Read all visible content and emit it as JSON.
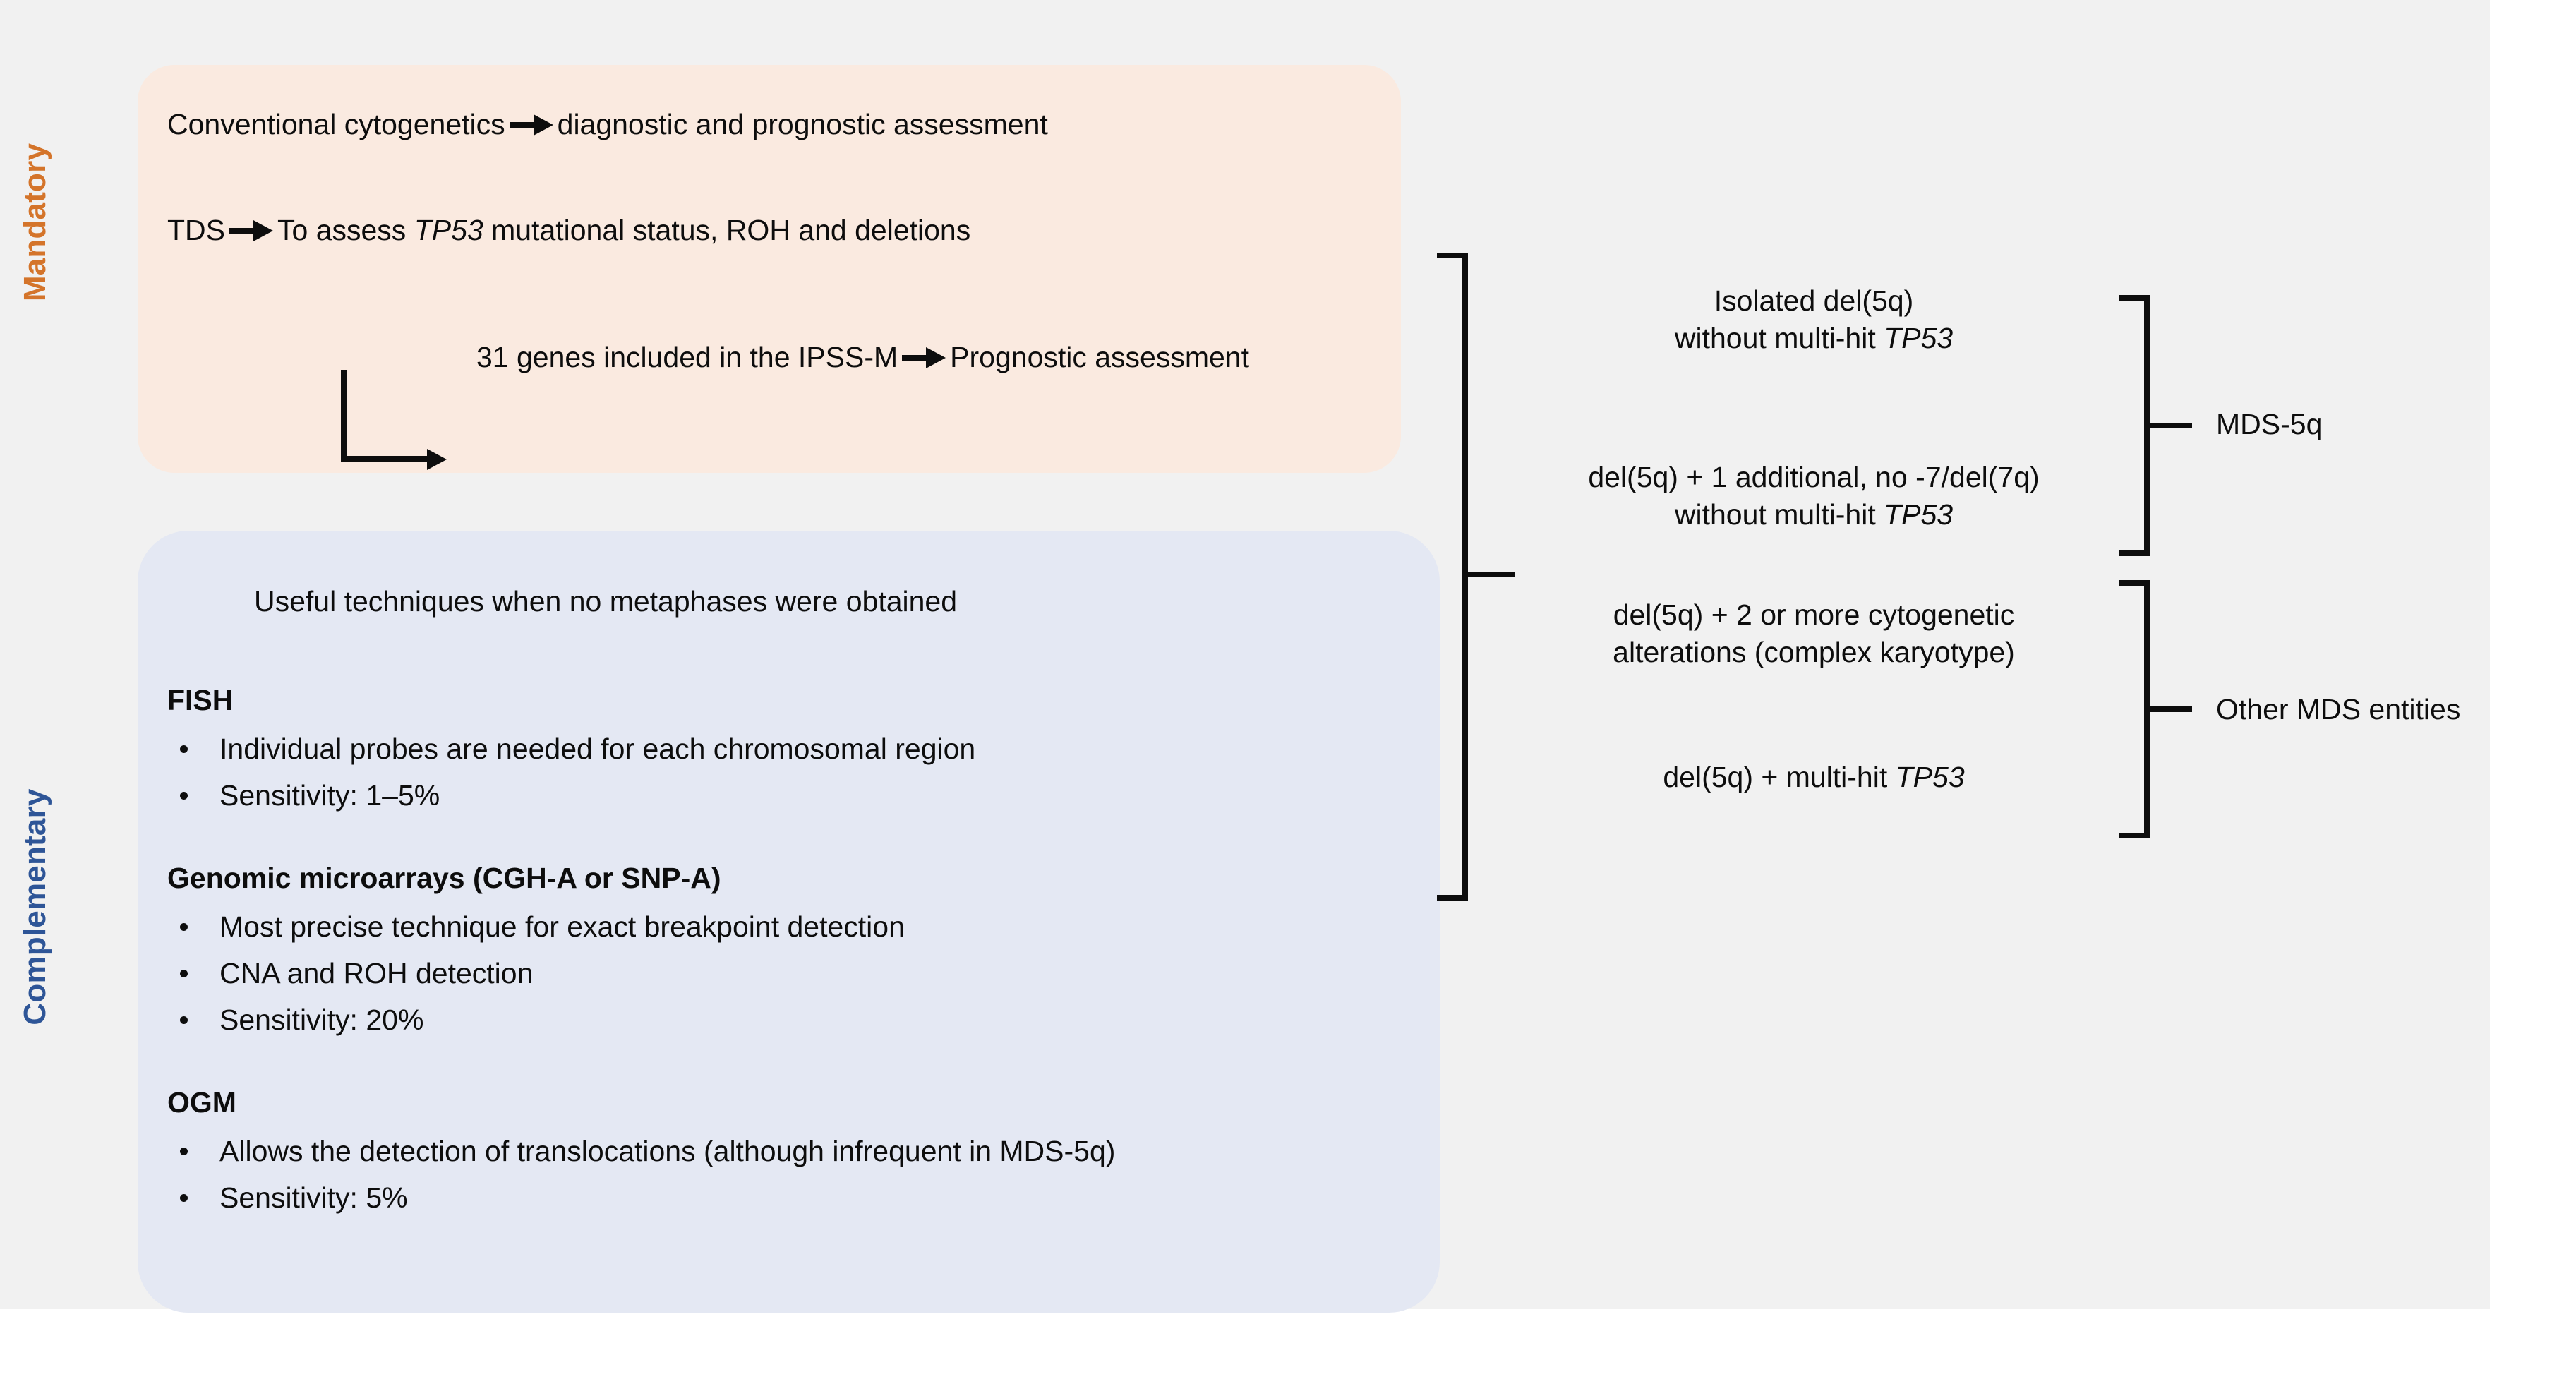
{
  "theme": {
    "canvas_bg": "#f1f1f1",
    "mandatory_panel_bg": "#faeae0",
    "complementary_panel_bg": "#e4e8f3",
    "mandatory_label_color": "#d4742a",
    "complementary_label_color": "#2e5597",
    "ink": "#0d0d0d"
  },
  "side_labels": {
    "mandatory": "Mandatory",
    "complementary": "Complementary"
  },
  "mandatory": {
    "row1": {
      "term": "Conventional cytogenetics",
      "arrow": "right-arrow-icon",
      "result": "diagnostic and prognostic assessment"
    },
    "row2": {
      "term": "TDS",
      "arrow": "right-arrow-icon",
      "result_pre": "To assess ",
      "result_gene": "TP53",
      "result_post": " mutational status, ROH and deletions"
    },
    "row3": {
      "elbow": "elbow-arrow-icon",
      "text": "31 genes included in the IPSS-M",
      "arrow": "right-arrow-icon",
      "result": "Prognostic assessment"
    }
  },
  "complementary": {
    "heading": "Useful techniques when no metaphases were obtained",
    "sections": [
      {
        "title": "FISH",
        "bullets": [
          "Individual probes are needed for each chromosomal region",
          "Sensitivity: 1–5%"
        ]
      },
      {
        "title": "Genomic microarrays (CGH-A or SNP-A)",
        "bullets": [
          "Most precise technique for exact breakpoint detection",
          "CNA and ROH detection",
          "Sensitivity: 20%"
        ]
      },
      {
        "title": "OGM",
        "bullets": [
          "Allows the detection of translocations (although infrequent in MDS-5q)",
          "Sensitivity: 5%"
        ]
      }
    ]
  },
  "classification": {
    "groups": [
      {
        "label": "MDS-5q",
        "criteria": [
          {
            "line1": "Isolated del(5q)",
            "line2_pre": "without multi-hit ",
            "line2_gene": "TP53",
            "line2_post": ""
          },
          {
            "line1": "del(5q) + 1 additional, no -7/del(7q)",
            "line2_pre": "without multi-hit ",
            "line2_gene": "TP53",
            "line2_post": ""
          }
        ]
      },
      {
        "label": "Other MDS entities",
        "criteria": [
          {
            "line1": "del(5q) + 2 or more cytogenetic",
            "line2_pre": "alterations (complex karyotype)",
            "line2_gene": "",
            "line2_post": ""
          },
          {
            "line1": "",
            "line2_pre": "del(5q) + multi-hit ",
            "line2_gene": "TP53",
            "line2_post": ""
          }
        ]
      }
    ]
  }
}
